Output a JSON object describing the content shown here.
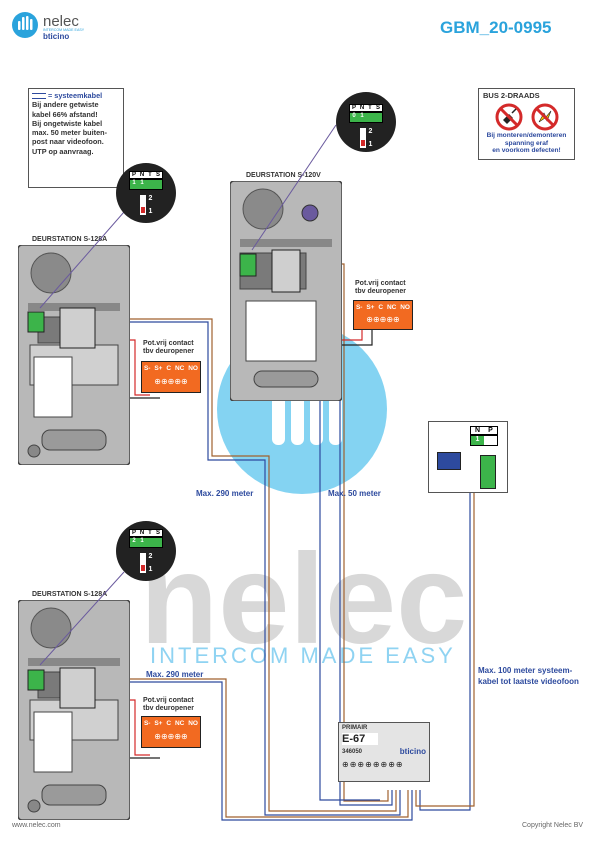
{
  "header": {
    "brand_name": "nelec",
    "brand_tagline": "INTERCOM MADE EASY",
    "brand_sub": "bticino",
    "doc_code": "GBM_20-0995"
  },
  "note": {
    "legend": "= systeemkabel",
    "text_lines": [
      "Bij andere getwiste",
      "kabel 66% afstand!",
      "Bij ongetwiste kabel",
      "max. 50 meter buiten-",
      "post naar videofoon.",
      "UTP op aanvraag."
    ]
  },
  "warning": {
    "title": "BUS 2-DRAADS",
    "lines": [
      "Bij monteren/demonteren",
      "spanning eraf",
      "en voorkom defecten!"
    ]
  },
  "stations": [
    {
      "title": "DEURSTATION S-128A",
      "switch": {
        "p": "1",
        "n": "1",
        "t": "",
        "s": ""
      }
    },
    {
      "title": "DEURSTATION S-120V",
      "switch": {
        "p": "0",
        "n": "1",
        "t": "",
        "s": ""
      }
    },
    {
      "title": "DEURSTATION S-128A",
      "switch": {
        "p": "2",
        "n": "1",
        "t": "",
        "s": ""
      }
    }
  ],
  "switch_headers": [
    "P",
    "N",
    "T",
    "S"
  ],
  "dip_labels": [
    "2",
    "1"
  ],
  "relay": {
    "title_lines": [
      "Pot.vrij contact",
      "tbv deuropener"
    ],
    "terminals": [
      "S-",
      "S+",
      "C",
      "NC",
      "NO"
    ]
  },
  "distances": {
    "d1": "Max. 290 meter",
    "d2": "Max. 50 meter",
    "d3": "Max. 290 meter",
    "d4_line1": "Max. 100 meter systeem-",
    "d4_line2": "kabel tot laatste videofoon"
  },
  "monitor": {
    "np_headers": [
      "N",
      "P"
    ],
    "np_values": [
      "1",
      ""
    ]
  },
  "power_supply": {
    "header": "PRIMAIR",
    "model": "E-67",
    "code": "346050",
    "brand": "bticino"
  },
  "watermark": {
    "word": "nelec",
    "tagline": "INTERCOM MADE EASY"
  },
  "footer": {
    "left": "www.nelec.com",
    "right": "Copyright Nelec BV"
  },
  "colors": {
    "accent": "#2aa3dc",
    "orange": "#f26a21",
    "green": "#3cb44a",
    "wire_blue": "#2d4a9e",
    "wire_red": "#d42a2a",
    "wire_brown": "#a0612e"
  }
}
